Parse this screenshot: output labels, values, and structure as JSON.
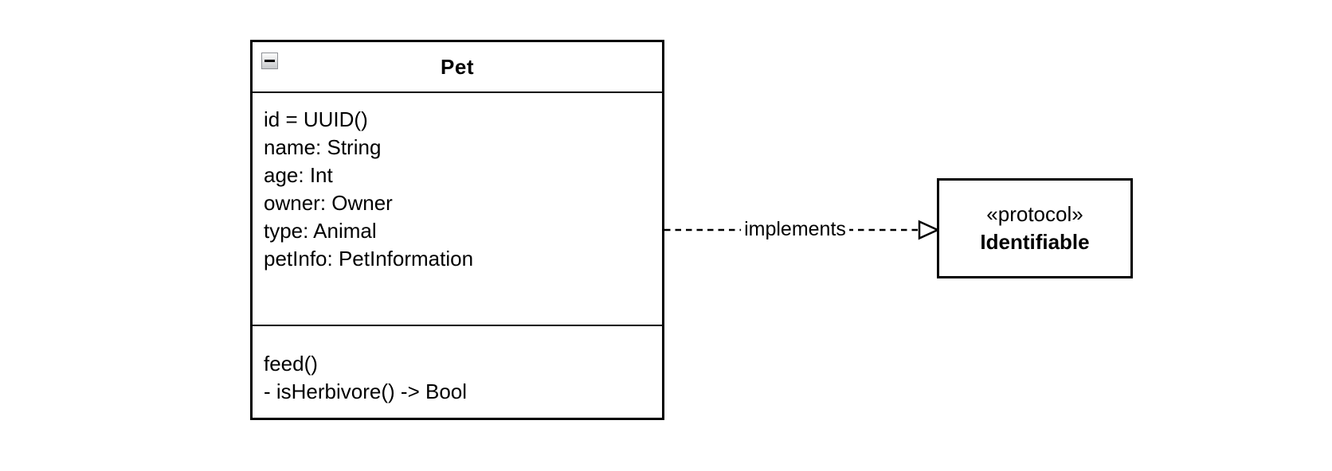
{
  "diagram": {
    "background_color": "#ffffff",
    "line_color": "#000000",
    "pet_class": {
      "title": "Pet",
      "attributes": [
        "id = UUID()",
        "name: String",
        "age: Int",
        "owner: Owner",
        "type: Animal",
        "petInfo: PetInformation"
      ],
      "methods": [
        "feed()",
        "- isHerbivore() -> Bool"
      ]
    },
    "relationship": {
      "label": "implements"
    },
    "protocol": {
      "stereotype": "«protocol»",
      "name": "Identifiable"
    },
    "icons": {
      "pet_collapse_button": "minus-icon"
    }
  }
}
